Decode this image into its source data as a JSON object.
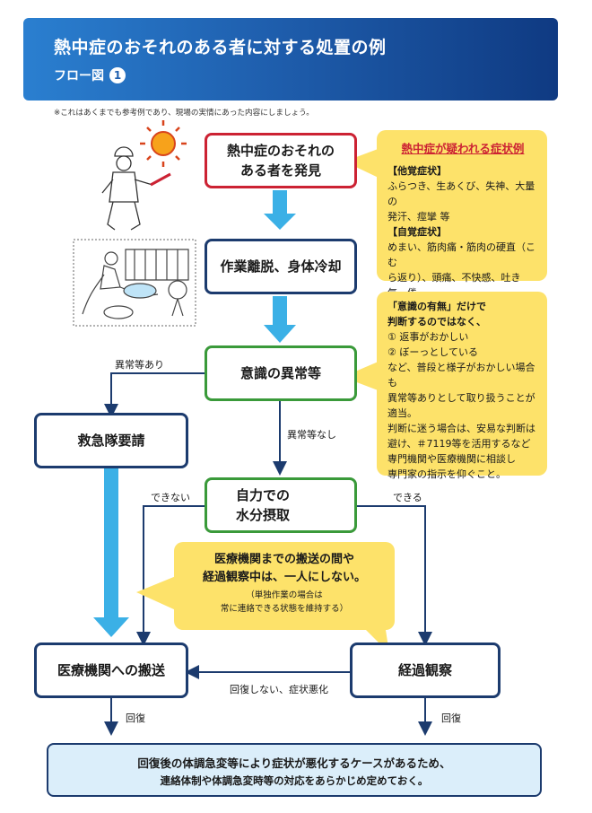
{
  "header": {
    "title": "熱中症のおそれのある者に対する処置の例",
    "subtitle": "フロー図",
    "badge": "1"
  },
  "note": "※これはあくまでも参考例であり、現場の実情にあった内容にしましょう。",
  "nodes": {
    "discover": "熱中症のおそれの\nある者を発見",
    "cool": "作業離脱、身体冷却",
    "conscious": "意識の異常等",
    "ambulance": "救急隊要請",
    "water": "自力での\n水分摂取",
    "transport": "医療機関への搬送",
    "observe": "経過観察"
  },
  "symptoms": {
    "heading": "熱中症が疑われる症状例",
    "other_label": "【他覚症状】",
    "other_text": "ふらつき、生あくび、失神、大量の\n発汗、痙攣 等",
    "self_label": "【自覚症状】",
    "self_text": "めまい、筋肉痛・筋肉の硬直（こむ\nら返り）、頭痛、不快感、吐き気、倦\n怠感、高体温 等"
  },
  "consciousness_note": {
    "line1": "「意識の有無」だけで\n判断するのではなく、",
    "item1": "① 返事がおかしい",
    "item2": "② ぼーっとしている",
    "line2": "など、普段と様子がおかしい場合も\n異常等ありとして取り扱うことが\n適当。",
    "line3": "判断に迷う場合は、安易な判断は\n避け、＃7119等を活用するなど\n専門機関や医療機関に相談し\n専門家の指示を仰ぐこと。"
  },
  "alone_note": {
    "main": "医療機関までの搬送の間や\n経過観察中は、一人にしない。",
    "sub": "（単独作業の場合は\n常に連絡できる状態を維持する）"
  },
  "labels": {
    "abnormal_yes": "異常等あり",
    "abnormal_no": "異常等なし",
    "cannot": "できない",
    "can": "できる",
    "not_recovered": "回復しない、症状悪化",
    "recover_left": "回復",
    "recover_right": "回復"
  },
  "bottom": {
    "line1": "回復後の体調急変等により症状が悪化するケースがあるため、",
    "line2": "連絡体制や体調急変時等の対応をあらかじめ定めておく。"
  },
  "colors": {
    "header_start": "#2a7fd0",
    "header_end": "#0f3a82",
    "flow_arrow": "#3bb0e6",
    "navy": "#1c3b6e",
    "red": "#cc2233",
    "green": "#3a9a3a",
    "callout": "#fde26a",
    "bottom_bg": "#dbeefa"
  }
}
